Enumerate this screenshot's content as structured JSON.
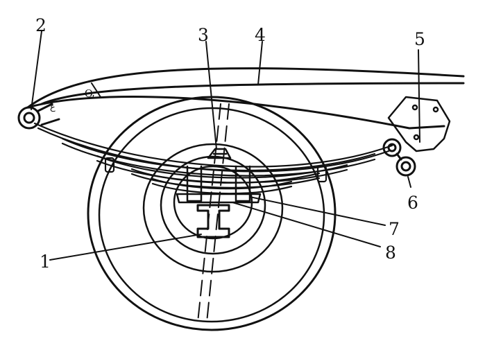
{
  "labels": {
    "part_1": "1",
    "part_2": "2",
    "part_3": "3",
    "part_4": "4",
    "part_5": "5",
    "part_6": "6",
    "part_7": "7",
    "part_8": "8"
  },
  "colors": {
    "ink": "#111111",
    "background": "#ffffff"
  }
}
